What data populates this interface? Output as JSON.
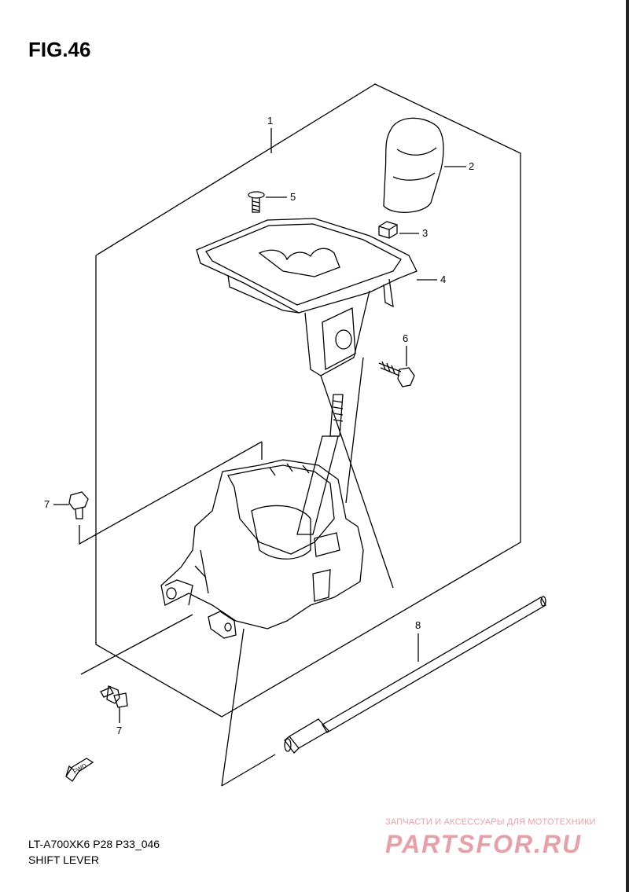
{
  "figure_title": "FIG.46",
  "callouts": [
    "1",
    "2",
    "3",
    "4",
    "5",
    "6",
    "7",
    "7",
    "8"
  ],
  "fwd_label": "FWD",
  "footer": {
    "model_code": "LT-A700XK6 P28 P33_046",
    "part_name": "SHIFT LEVER"
  },
  "watermark": {
    "tagline": "ЗАПЧАСТИ И АКСЕССУАРЫ ДЛЯ МОТОТЕХНИКИ",
    "logo_text": "PARTSFOR.RU",
    "color": "#e8a0a8"
  },
  "colors": {
    "line": "#000000",
    "background": "#ffffff",
    "watermark": "#e8a0a8"
  }
}
